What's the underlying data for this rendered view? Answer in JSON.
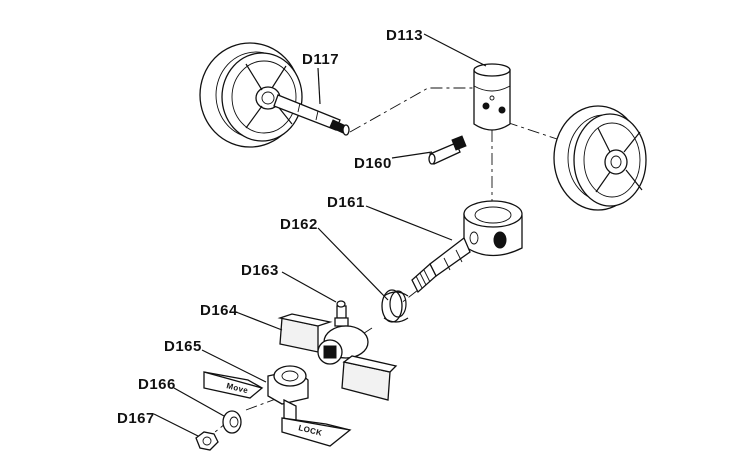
{
  "diagram": {
    "part_labels": {
      "d113": "D113",
      "d117": "D117",
      "d160": "D160",
      "d161": "D161",
      "d162": "D162",
      "d163": "D163",
      "d164": "D164",
      "d165": "D165",
      "d166": "D166",
      "d167": "D167"
    },
    "pedal_texts": {
      "move": "Move",
      "lock": "LOCK"
    },
    "line_color": "#111111",
    "background": "#ffffff"
  }
}
